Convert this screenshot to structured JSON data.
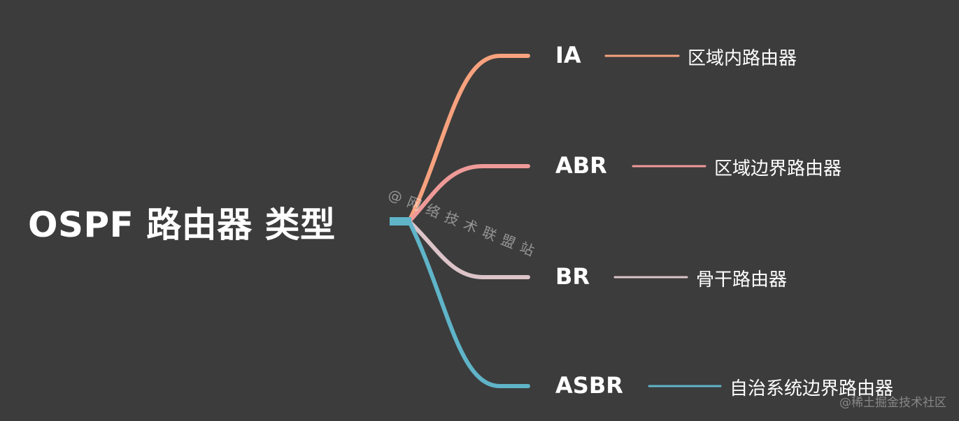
{
  "root": {
    "title": "OSPF 路由器 类型",
    "connector_color": "#5fb4c8"
  },
  "branches": [
    {
      "label": "IA",
      "description": "区域内路由器",
      "color": "#f7a27e"
    },
    {
      "label": "ABR",
      "description": "区域边界路由器",
      "color": "#ef9a98"
    },
    {
      "label": "BR",
      "description": "骨干路由器",
      "color": "#dcc4c9"
    },
    {
      "label": "ASBR",
      "description": "自治系统边界路由器",
      "color": "#5fb4c8"
    }
  ],
  "watermark": "@网络技术联盟站",
  "credit": "@稀土掘金技术社区"
}
